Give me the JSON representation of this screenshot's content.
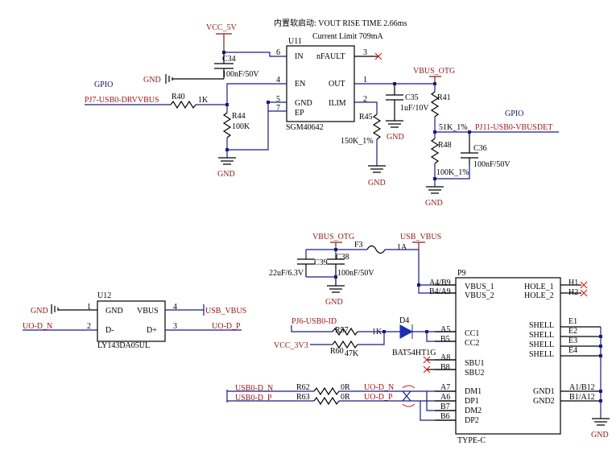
{
  "annotations": {
    "soft_start": "内置软启动: VOUT RISE TIME 2.66ms",
    "current_limit": "Current Limit 709mA",
    "gpio_left": "GPIO",
    "gpio_right": "GPIO"
  },
  "nets": {
    "vcc_5v": "VCC_5V",
    "gnd": "GND",
    "vbus_otg": "VBUS_OTG",
    "usb_vbus": "USB_VBUS",
    "vcc_3v3": "VCC_3V3",
    "pj7": "PJ7-USB0-DRVVBUS",
    "pj11": "PJ11-USB0-VBUSDET",
    "pj6": "PJ6-USB0-ID",
    "uo_dn": "UO-D_N",
    "uo_dp": "UO-D_P",
    "usb0_dn": "USB0-D_N",
    "usb0_dp": "USB0-D_P"
  },
  "u11": {
    "ref": "U11",
    "part": "SGM40642",
    "pins": {
      "in": "IN",
      "in_num": "6",
      "en": "EN",
      "en_num": "4",
      "gnd": "GND",
      "gnd_num": "5",
      "ep": "EP",
      "ep_num": "7",
      "nfault": "nFAULT",
      "nfault_num": "3",
      "out": "OUT",
      "out_num": "1",
      "ilim": "ILIM",
      "ilim_num": "2"
    }
  },
  "u12": {
    "ref": "U12",
    "part": "LY143DA05UL",
    "pins": {
      "gnd": "GND",
      "gnd_num": "1",
      "dm": "D-",
      "dm_num": "2",
      "vbus": "VBUS",
      "vbus_num": "4",
      "dp": "D+",
      "dp_num": "3"
    }
  },
  "p9": {
    "ref": "P9",
    "type": "TYPE-C",
    "left_pins": [
      {
        "num": "A4/B9",
        "name": "VBUS_1"
      },
      {
        "num": "B4/A9",
        "name": "VBUS_2"
      },
      {
        "num": "A5",
        "name": "CC1"
      },
      {
        "num": "B5",
        "name": "CC2"
      },
      {
        "num": "A8",
        "name": "SBU1"
      },
      {
        "num": "B8",
        "name": "SBU2"
      },
      {
        "num": "A7",
        "name": "DM1"
      },
      {
        "num": "A6",
        "name": "DP1"
      },
      {
        "num": "B7",
        "name": "DM2"
      },
      {
        "num": "B6",
        "name": "DP2"
      }
    ],
    "right_pins": [
      {
        "num": "H1",
        "name": "HOLE_1"
      },
      {
        "num": "H2",
        "name": "HOLE_2"
      },
      {
        "num": "E1",
        "name": "SHELL"
      },
      {
        "num": "E2",
        "name": "SHELL"
      },
      {
        "num": "E3",
        "name": "SHELL"
      },
      {
        "num": "E4",
        "name": "SHELL"
      },
      {
        "num": "A1/B12",
        "name": "GND1"
      },
      {
        "num": "B1/A12",
        "name": "GND2"
      }
    ]
  },
  "components": {
    "c34": {
      "ref": "C34",
      "value": "100nF/50V"
    },
    "c35": {
      "ref": "C35",
      "value": "1uF/10V"
    },
    "c36": {
      "ref": "C36",
      "value": "100nF/50V"
    },
    "c38": {
      "ref": "C38",
      "value": "100nF/50V"
    },
    "c39": {
      "ref": "C39",
      "value": "22uF/6.3V"
    },
    "r40": {
      "ref": "R40",
      "value": "1K"
    },
    "r41": {
      "ref": "R41",
      "value": "51K_1%"
    },
    "r44": {
      "ref": "R44",
      "value": "100K"
    },
    "r45": {
      "ref": "R45",
      "value": "150K_1%"
    },
    "r48": {
      "ref": "R48",
      "value": "100K_1%"
    },
    "r57": {
      "ref": "R57",
      "value": "1K"
    },
    "r60": {
      "ref": "R60",
      "value": "47K"
    },
    "r62": {
      "ref": "R62",
      "value": "0R"
    },
    "r63": {
      "ref": "R63",
      "value": "0R"
    },
    "f3": {
      "ref": "F3",
      "value": "1A"
    },
    "d4": {
      "ref": "D4",
      "part": "BAT54HT1G"
    }
  },
  "colors": {
    "wire": "#1a1a8a",
    "net_label": "#8b1a1a",
    "no_connect": "#d01010",
    "diode": "#1a2eb0"
  }
}
